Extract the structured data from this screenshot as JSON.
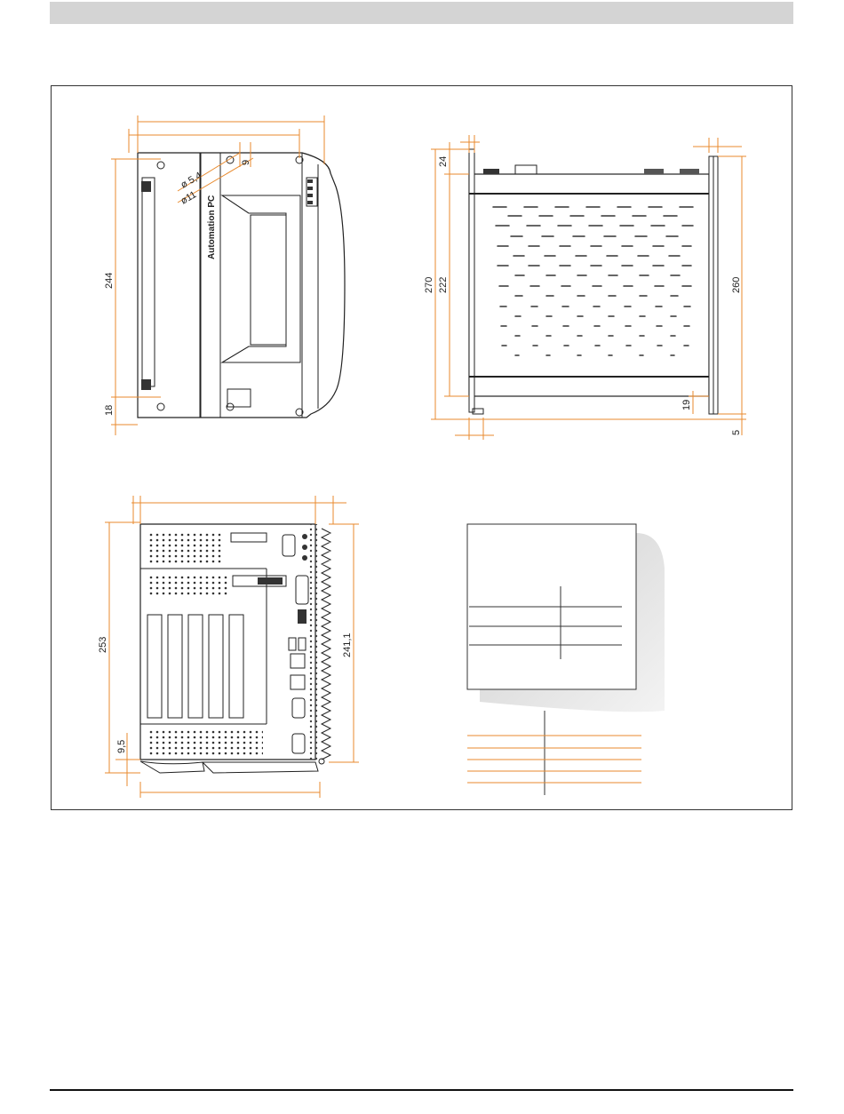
{
  "colors": {
    "dimension": "#e88a2e",
    "outline": "#222222",
    "frame": "#333333",
    "header": "#d4d4d4"
  },
  "front_view": {
    "brand_label": "Automation PC",
    "dims": {
      "height": "244",
      "bottom_offset": "18",
      "hole_small": "ø 5,4",
      "hole_large": "ø11",
      "hole_offset": "9"
    }
  },
  "side_view": {
    "dims": {
      "total_height": "270",
      "inner_height": "222",
      "top_offset": "24",
      "right_height": "260",
      "bottom_gap": "19",
      "flange": "5"
    }
  },
  "rear_view": {
    "dims": {
      "height": "253",
      "inner_height": "241,1",
      "bottom_offset": "9,5"
    }
  }
}
